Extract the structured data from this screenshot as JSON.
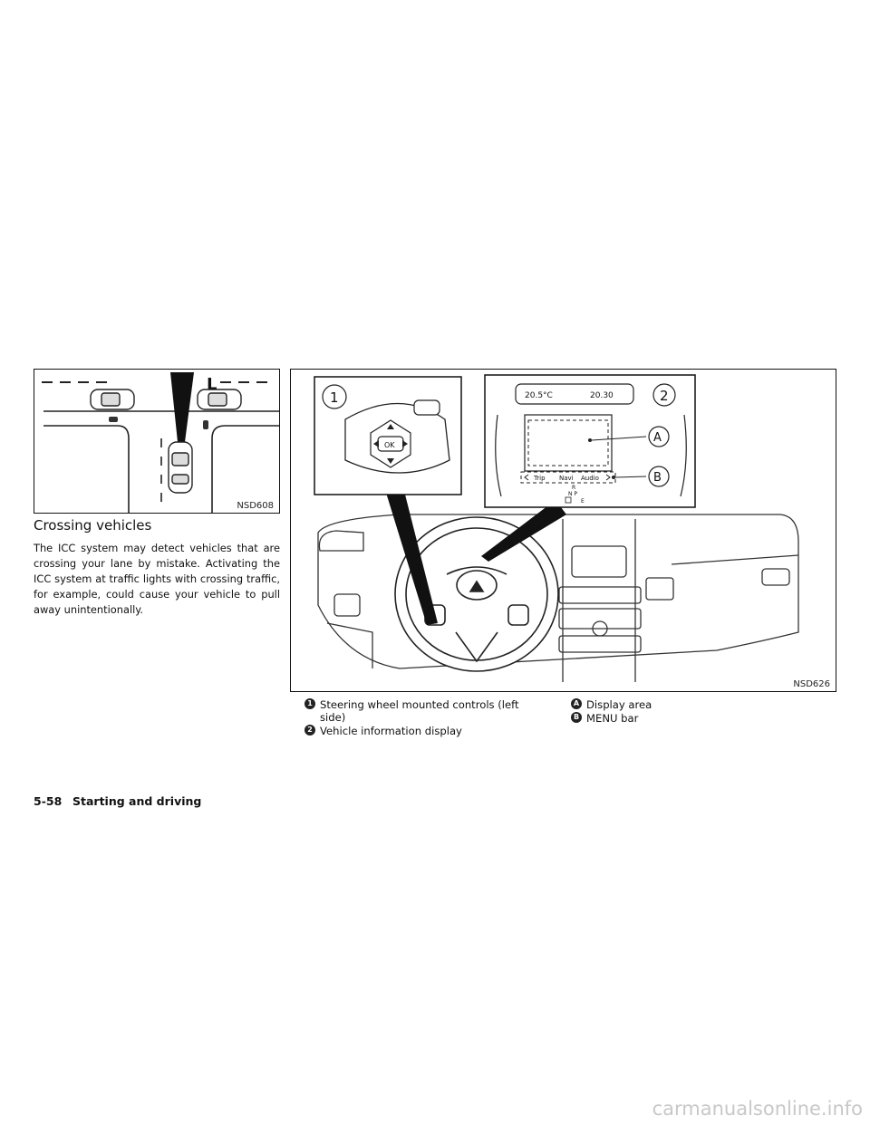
{
  "figure1": {
    "code": "NSD608",
    "lane_letter": "L"
  },
  "section": {
    "heading": "Crossing vehicles",
    "paragraph": "The ICC system may detect vehicles that are crossing your lane by mistake. Activating the ICC system at traffic lights with crossing traffic, for example, could cause your vehicle to pull away unintentionally."
  },
  "figure2": {
    "code": "NSD626",
    "callouts": {
      "one": "1",
      "two": "2",
      "a": "A",
      "b": "B"
    },
    "display": {
      "temperature": "20.5°C",
      "clock": "20.30",
      "menu_items": [
        "Trip",
        "Navi",
        "Audio"
      ],
      "gear_r": "R",
      "gear_np": "N  P",
      "gear_e": "E",
      "ok_label": "OK"
    }
  },
  "captions": {
    "one_marker": "1",
    "one_text": "Steering wheel mounted controls (left",
    "one_text_cont": "side)",
    "two_marker": "2",
    "two_text": "Vehicle information display",
    "a_marker": "A",
    "a_text": "Display area",
    "b_marker": "B",
    "b_text": "MENU bar"
  },
  "footer": {
    "page_number": "5-58",
    "chapter_title": "Starting and driving"
  },
  "watermark": "carmanualsonline.info"
}
